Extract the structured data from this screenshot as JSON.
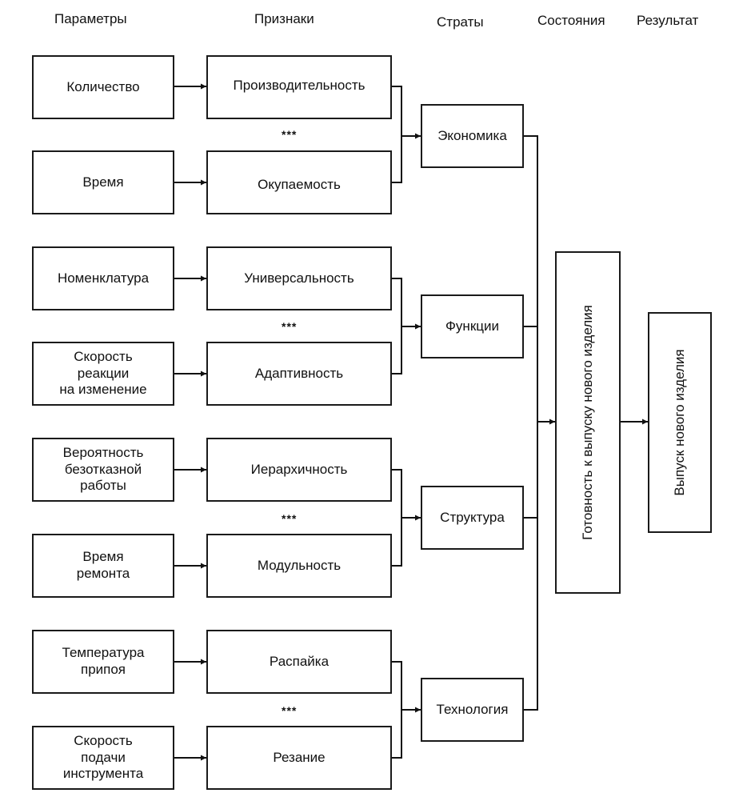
{
  "headers": {
    "params": "Параметры",
    "features": "Признаки",
    "strata": "Страты",
    "states": "Состояния",
    "result": "Результат"
  },
  "params": [
    "Количество",
    "Время",
    "Номенклатура",
    "Скорость\nреакции\nна изменение",
    "Вероятность\nбезотказной\nработы",
    "Время\nремонта",
    "Температура\nприпоя",
    "Скорость\nподачи\nинструмента"
  ],
  "features": [
    "Производительность",
    "Окупаемость",
    "Универсальность",
    "Адаптивность",
    "Иерархичность",
    "Модульность",
    "Распайка",
    "Резание"
  ],
  "ellipsis": "***",
  "strata": [
    "Экономика",
    "Функции",
    "Структура",
    "Технология"
  ],
  "state": "Готовность к выпуску нового изделия",
  "result": "Выпуск нового изделия"
}
